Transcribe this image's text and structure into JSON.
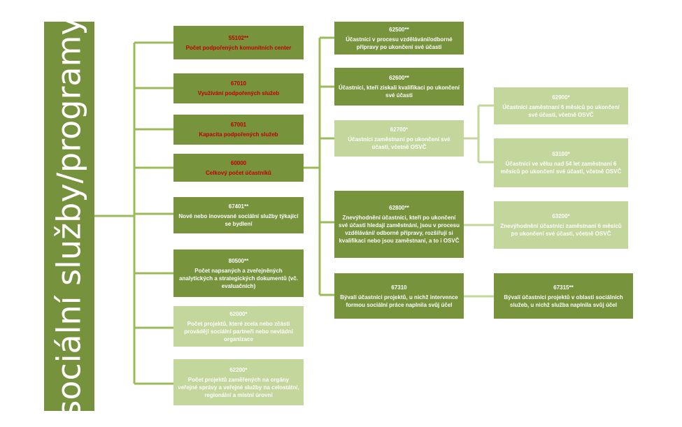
{
  "root": {
    "label": "sociální služby/programy"
  },
  "col1": [
    {
      "code": "55102**",
      "text": "Počet podpořených komunitních center"
    },
    {
      "code": "67010",
      "text": "Využívání podpořených služeb"
    },
    {
      "code": "67001",
      "text": "Kapacita podpořených služeb"
    },
    {
      "code": "60000",
      "text": "Celkový počet účastníků"
    },
    {
      "code": "67401**",
      "text": "Nové nebo inovované sociální služby týkající se bydlení"
    },
    {
      "code": "80500**",
      "text": "Počet napsaných a zveřejněných analytických a strategických dokumentů (vč. evaluačních)"
    },
    {
      "code": "62000*",
      "text": "Počet projektů, které zcela nebo zčásti provádějí sociální partneři nebo nevládní organizace"
    },
    {
      "code": "62200*",
      "text": "Počet projektů zaměřených na orgány veřejné správy a veřejné služby na celostátní, regionální a místní úrovni"
    }
  ],
  "col2": [
    {
      "code": "62500**",
      "text": "Účastníci v procesu vzdělávání/odborné přípravy po ukončení své účasti"
    },
    {
      "code": "62600**",
      "text": "Účastníci, kteří získali kvalifikaci po ukončení své účasti"
    },
    {
      "code": "62700*",
      "text": "Účastníci zaměstnaní po ukončení své účasti, včetně OSVČ"
    },
    {
      "code": "62800**",
      "text": "Znevýhodnění účastníci, kteří po ukončení své účasti hledají zaměstnání, jsou v procesu vzdělávání/ odborné přípravy, rozšiřují si kvalifikaci nebo jsou zaměstnaní, a to i OSVČ"
    },
    {
      "code": "67310",
      "text": "Bývalí účastníci projektů, u nichž intervence formou sociální práce naplnila svůj účel"
    }
  ],
  "col3": [
    {
      "code": "62900*",
      "text": "Účastníci zaměstnaní 6 měsíců po ukončení své účasti, včetně OSVČ"
    },
    {
      "code": "63100*",
      "text": "Účastníci ve věku nad 54 let zaměstnaní 6 měsíců po ukončení své účasti, včetně OSVČ"
    },
    {
      "code": "63200*",
      "text": "Znevýhodnění účastníci zaměstnaní 6 měsíců po ukončení své účasti, včetně OSVČ"
    },
    {
      "code": "67315**",
      "text": "Bývalí účastníci projektů v oblasti sociálních služeb, u nichž služba naplnila svůj účel"
    }
  ],
  "colors": {
    "dark": "#77933c",
    "light": "#c3d69b",
    "connector": "#9bbb59",
    "red": "#c00000"
  }
}
